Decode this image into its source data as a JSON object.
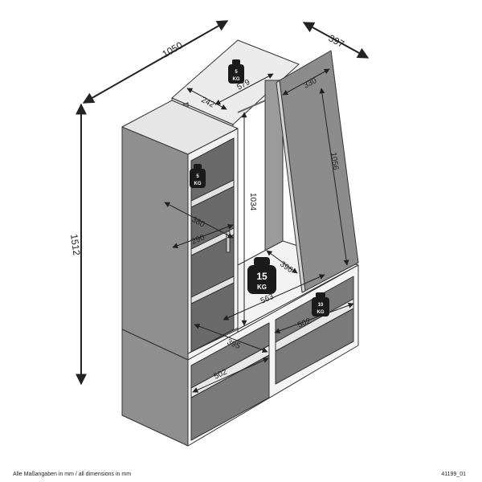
{
  "dimensions": {
    "total_width": "1050",
    "total_depth": "397",
    "total_height": "1512",
    "shelf_depth_top": "242",
    "inner_width_top": "579",
    "mirror_width": "330",
    "mirror_height": "1056",
    "inner_height": "1034",
    "cabinet_width": "380",
    "cabinet_shelf": "290",
    "open_depth": "396",
    "open_width": "563",
    "bench_width_right": "502",
    "bench_width_left": "502",
    "bench_depth": "395"
  },
  "load_labels": {
    "top": {
      "value": "5",
      "unit": "KG"
    },
    "cabinet": {
      "value": "5",
      "unit": "KG"
    },
    "center": {
      "value": "15",
      "unit": "KG"
    },
    "bench": {
      "value": "10",
      "unit": "KG"
    }
  },
  "footer": {
    "note": "Alle Maßangaben in mm / all dimensions in mm",
    "article": "41199_01"
  }
}
